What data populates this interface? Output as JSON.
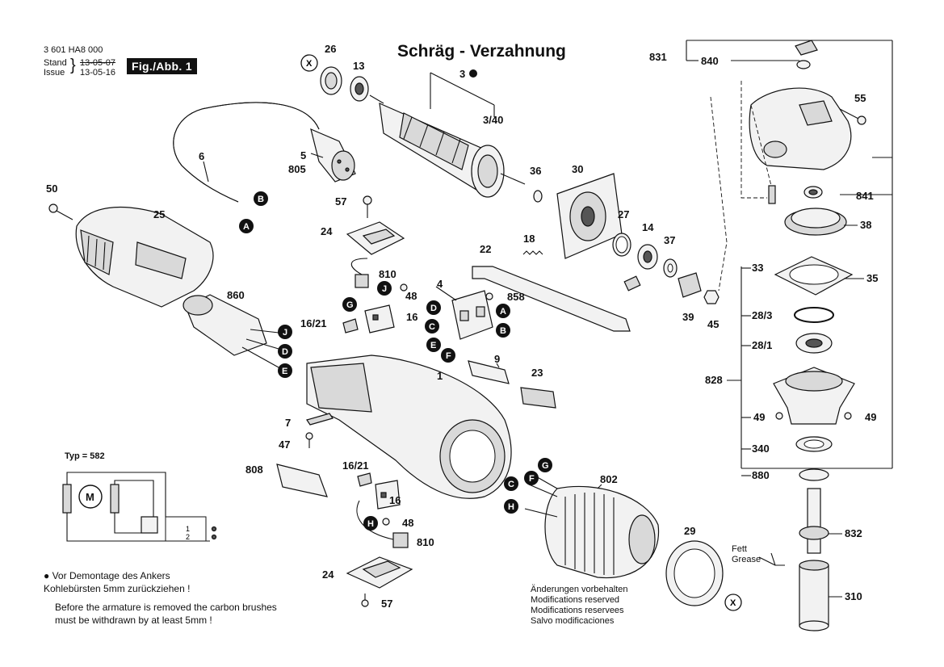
{
  "header": {
    "doc_number": "3 601 HA8 000",
    "stand_label": "Stand",
    "issue_label": "Issue",
    "stand_date_old": "13-05-07",
    "stand_date_new": "13-05-16",
    "figure": "Fig./Abb. 1"
  },
  "title": "Schräg - Verzahnung",
  "note_de_1": "Vor Demontage des Ankers",
  "note_de_2": "Kohlebürsten 5mm zurückziehen !",
  "note_en_1": "Before the armature is removed the carbon brushes",
  "note_en_2": "must be withdrawn by at least 5mm !",
  "modifications": [
    "Änderungen vorbehalten",
    "Modifications reserved",
    "Modifications reservees",
    "Salvo modificaciones"
  ],
  "fett": [
    "Fett",
    "Grease"
  ],
  "typ_label": "Typ = 582",
  "motor_label": "M",
  "switch_nums": [
    "1",
    "2"
  ],
  "parts": {
    "p26": "26",
    "p13": "13",
    "p3": "3",
    "p3_40": "3/40",
    "p36": "36",
    "p30": "30",
    "p27": "27",
    "p14": "14",
    "p37": "37",
    "p39": "39",
    "p45": "45",
    "p5": "5",
    "p805": "805",
    "p6": "6",
    "p50": "50",
    "p25": "25",
    "p57a": "57",
    "p24a": "24",
    "p810a": "810",
    "p48a": "48",
    "p16a": "16",
    "p16_21a": "16/21",
    "p860": "860",
    "p4": "4",
    "p858": "858",
    "p22": "22",
    "p18": "18",
    "p9": "9",
    "p1": "1",
    "p23": "23",
    "p7": "7",
    "p47": "47",
    "p808": "808",
    "p16_21b": "16/21",
    "p16b": "16",
    "p48b": "48",
    "p810b": "810",
    "p24b": "24",
    "p57b": "57",
    "p802": "802",
    "p29": "29",
    "p831": "831",
    "p840": "840",
    "p55": "55",
    "p841": "841",
    "p38": "38",
    "p33": "33",
    "p35": "35",
    "p28_3": "28/3",
    "p28_1": "28/1",
    "p828": "828",
    "p49a": "49",
    "p49b": "49",
    "p340": "340",
    "p880": "880",
    "p832": "832",
    "p310": "310"
  },
  "connectors": {
    "A": "A",
    "B": "B",
    "C": "C",
    "D": "D",
    "E": "E",
    "F": "F",
    "G": "G",
    "H": "H",
    "J": "J",
    "X": "X"
  }
}
